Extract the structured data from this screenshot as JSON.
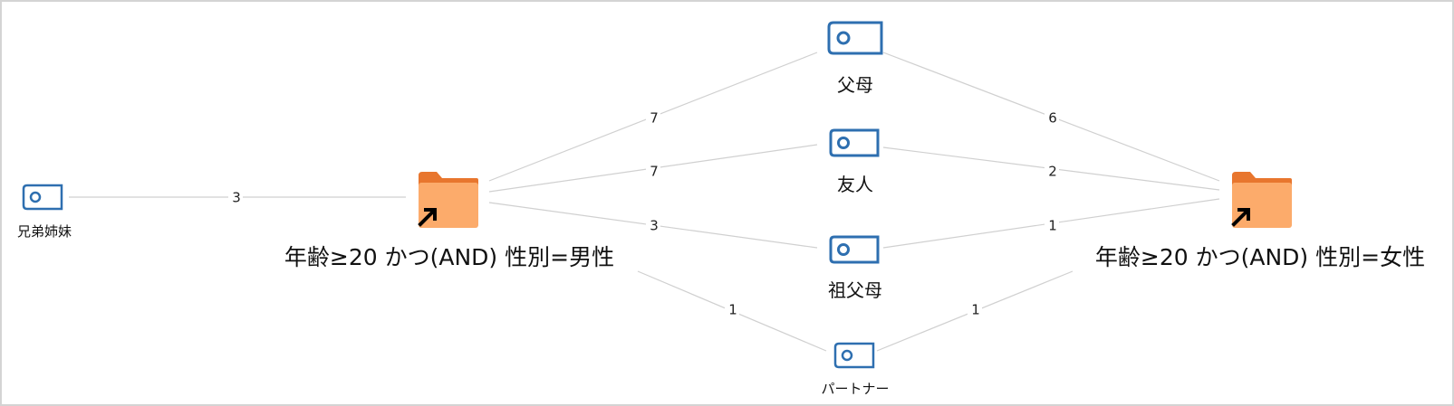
{
  "colors": {
    "edge": "#d0d0d0",
    "node_icon_stroke": "#2e6fb0",
    "folder_fill": "#fcab6b",
    "folder_tab": "#e8762e",
    "shortcut_arrow": "#000000"
  },
  "nodes": {
    "siblings": {
      "label": "兄弟姉妹",
      "icon": "node-tag-icon"
    },
    "group_male": {
      "label": "年齢≥20 かつ(AND) 性別=男性",
      "icon": "folder-shortcut-icon"
    },
    "parents": {
      "label": "父母",
      "icon": "node-tag-icon"
    },
    "friends": {
      "label": "友人",
      "icon": "node-tag-icon"
    },
    "grandparents": {
      "label": "祖父母",
      "icon": "node-tag-icon"
    },
    "partner": {
      "label": "パートナー",
      "icon": "node-tag-icon"
    },
    "group_female": {
      "label": "年齢≥20 かつ(AND) 性別=女性",
      "icon": "folder-shortcut-icon"
    }
  },
  "edges": [
    {
      "from": "siblings",
      "to": "group_male",
      "weight": "3"
    },
    {
      "from": "group_male",
      "to": "parents",
      "weight": "7"
    },
    {
      "from": "group_male",
      "to": "friends",
      "weight": "7"
    },
    {
      "from": "group_male",
      "to": "grandparents",
      "weight": "3"
    },
    {
      "from": "group_male",
      "to": "partner",
      "weight": "1"
    },
    {
      "from": "parents",
      "to": "group_female",
      "weight": "6"
    },
    {
      "from": "friends",
      "to": "group_female",
      "weight": "2"
    },
    {
      "from": "grandparents",
      "to": "group_female",
      "weight": "1"
    },
    {
      "from": "partner",
      "to": "group_female",
      "weight": "1"
    }
  ]
}
